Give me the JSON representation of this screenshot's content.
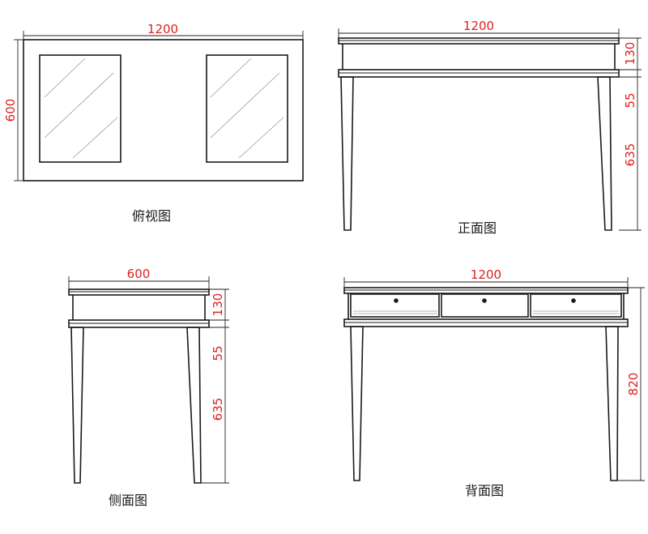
{
  "views": {
    "top": {
      "caption": "俯视图",
      "width_label": "1200",
      "depth_label": "600"
    },
    "front": {
      "caption": "正面图",
      "width_label": "1200",
      "dim_top": "130",
      "dim_mid": "55",
      "dim_leg": "635"
    },
    "side": {
      "caption": "侧面图",
      "width_label": "600",
      "dim_top": "130",
      "dim_mid": "55",
      "dim_leg": "635"
    },
    "back": {
      "caption": "背面图",
      "width_label": "1200",
      "height_label": "820"
    }
  },
  "colors": {
    "line": "#1a1a1a",
    "dimension_text": "#e02020"
  }
}
